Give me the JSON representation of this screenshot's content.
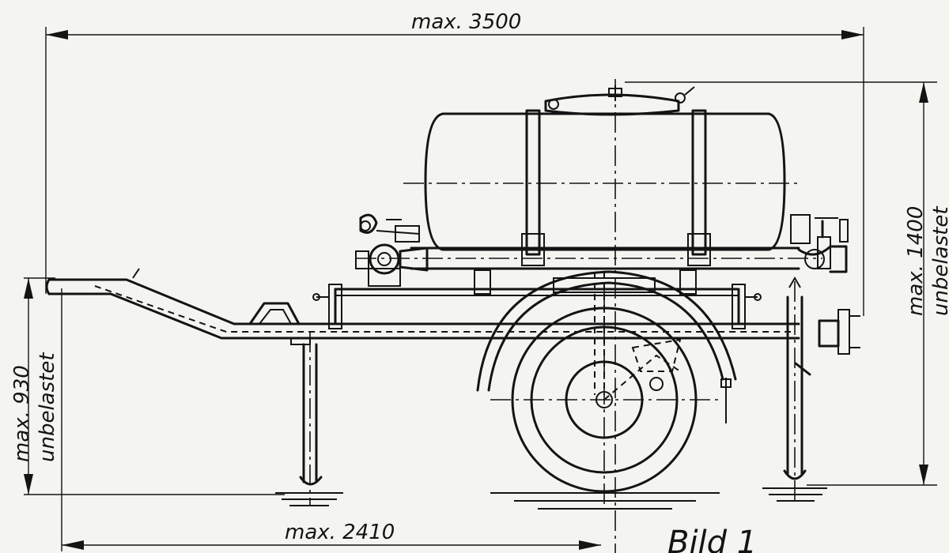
{
  "dimensions": {
    "overall_length": "max. 3500",
    "overall_height_value": "max. 1400",
    "overall_height_note": "unbelastet",
    "drawbar_height_value": "max. 930",
    "drawbar_height_note": "unbelastet",
    "axle_distance": "max. 2410"
  },
  "figure_label": "Bild 1"
}
